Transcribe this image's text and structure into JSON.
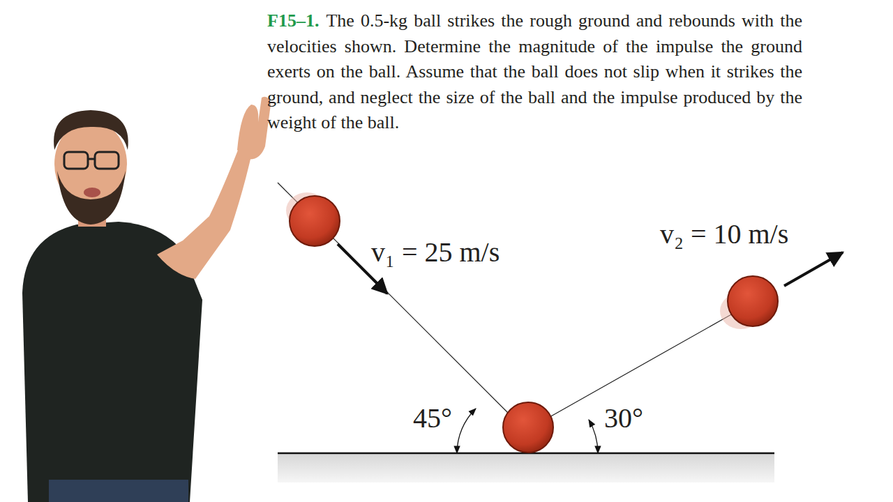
{
  "diagram": {
    "labels": [
      "F15–1.",
      "The 0.5-kg ball strikes the rough ground and rebounds with the velocities shown. Determine the magnitude of the impulse the ground exerts on the ball. Assume that the ball does not slip when it strikes the ground, and neglect the size of the ball and the impulse produced by the weight of the ball.",
      "v₁ = 25 m/s",
      "v₂ = 10 m/s",
      "45°",
      "30°"
    ]
  }
}
